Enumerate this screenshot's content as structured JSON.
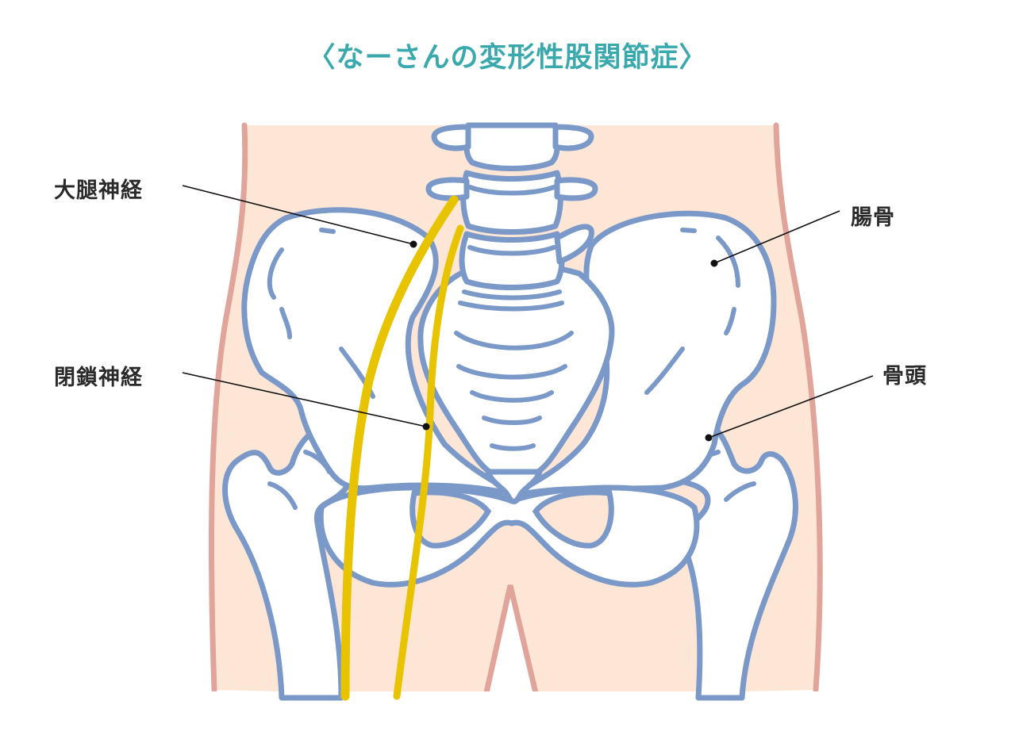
{
  "title": "〈なーさんの変形性股関節症〉",
  "labels": {
    "femoral_nerve": "大腿神経",
    "obturator_nerve": "閉鎖神経",
    "ilium": "腸骨",
    "femoral_head": "骨頭"
  },
  "colors": {
    "title": "#3aa9ad",
    "bone_outline": "#7a98c8",
    "skin": "#fde6d6",
    "skin_edge": "#e0a49a",
    "nerve": "#e8c400",
    "label_text": "#2a2a2a"
  }
}
